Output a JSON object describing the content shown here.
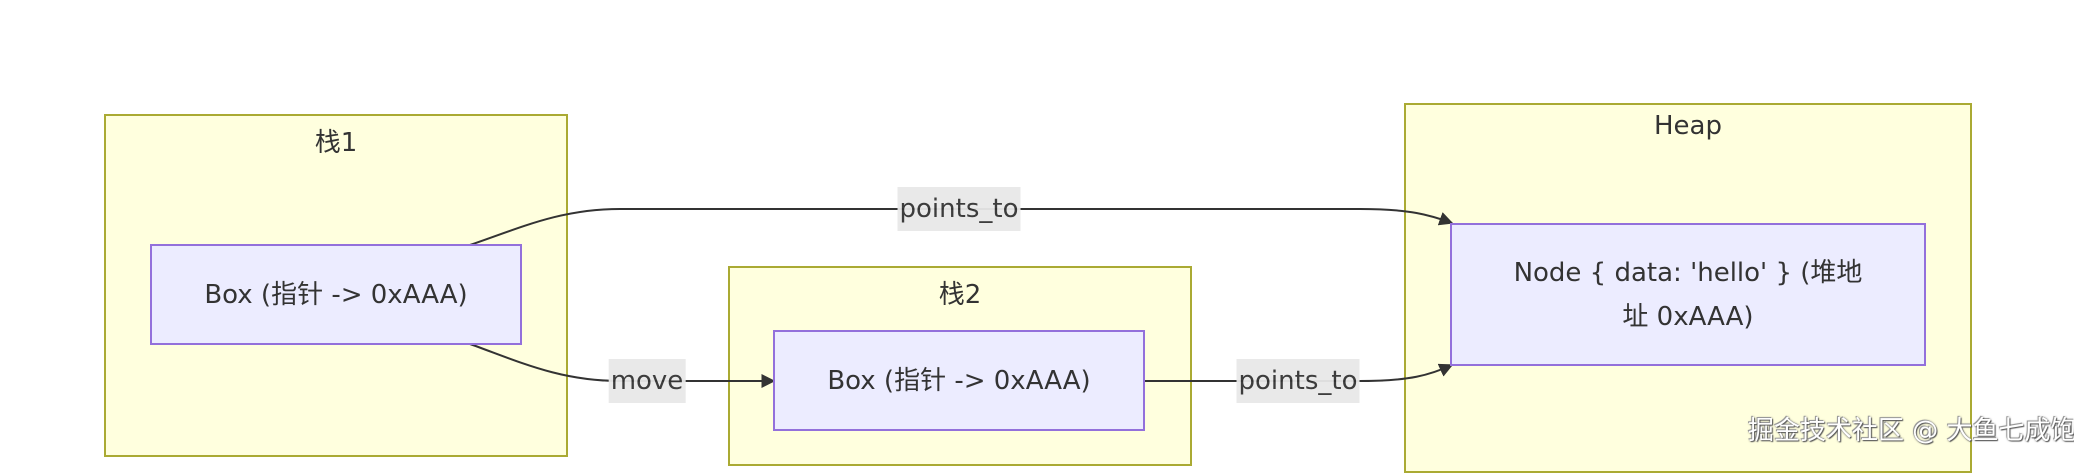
{
  "clusters": {
    "stack1": {
      "title": "栈1"
    },
    "stack2": {
      "title": "栈2"
    },
    "heap": {
      "title": "Heap"
    }
  },
  "nodes": {
    "box1": {
      "label": "Box (指针 -> 0xAAA)"
    },
    "box2": {
      "label": "Box (指针 -> 0xAAA)"
    },
    "heap_node": {
      "label": "Node { data: 'hello' } (堆地址 0xAAA)"
    }
  },
  "edges": [
    {
      "from": "box1",
      "to": "heap_node",
      "label": "points_to"
    },
    {
      "from": "box1",
      "to": "box2",
      "label": "move"
    },
    {
      "from": "box2",
      "to": "heap_node",
      "label": "points_to"
    }
  ],
  "colors": {
    "cluster_fill": "#ffffde",
    "cluster_border": "#aaaa33",
    "node_fill": "#ececff",
    "node_border": "#9370db",
    "edge": "#333333",
    "edge_label_bg": "#e8e8e8"
  },
  "watermark": "掘金技术社区 @ 大鱼七成饱"
}
